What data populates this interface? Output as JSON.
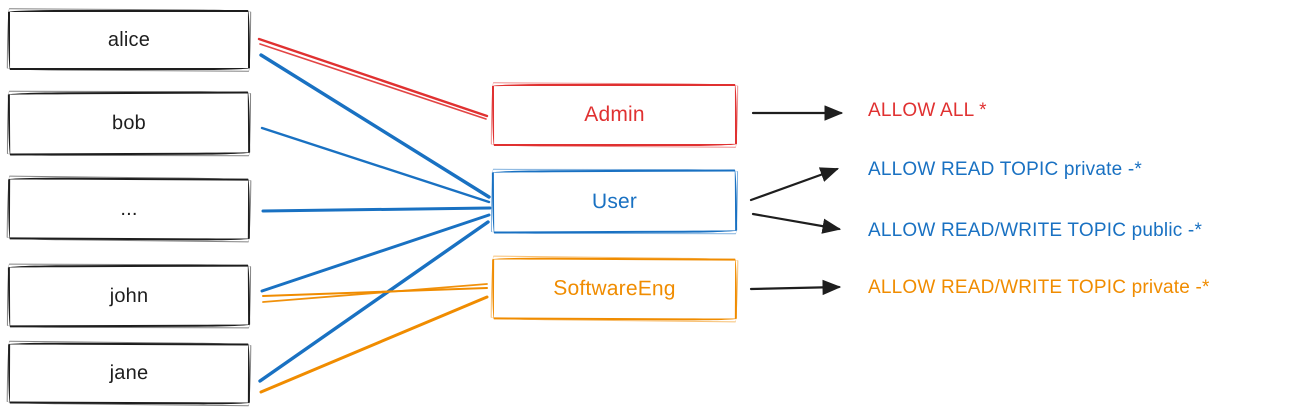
{
  "diagram": {
    "title_hint": "users to roles to ACL permissions mapping",
    "colors": {
      "black": "#1e1e1e",
      "red": "#e03131",
      "blue": "#1971c2",
      "orange": "#f08c00"
    },
    "users": [
      {
        "label": "alice",
        "color": "#1e1e1e"
      },
      {
        "label": "bob",
        "color": "#1e1e1e"
      },
      {
        "label": "...",
        "color": "#1e1e1e"
      },
      {
        "label": "john",
        "color": "#1e1e1e"
      },
      {
        "label": "jane",
        "color": "#1e1e1e"
      }
    ],
    "roles": [
      {
        "label": "Admin",
        "color": "#e03131"
      },
      {
        "label": "User",
        "color": "#1971c2"
      },
      {
        "label": "SoftwareEng",
        "color": "#f08c00"
      }
    ],
    "permissions": [
      {
        "label": "ALLOW ALL *",
        "color": "#e03131"
      },
      {
        "label": "ALLOW READ TOPIC private -*",
        "color": "#1971c2"
      },
      {
        "label": "ALLOW READ/WRITE TOPIC public -*",
        "color": "#1971c2"
      },
      {
        "label": "ALLOW READ/WRITE TOPIC private -*",
        "color": "#f08c00"
      }
    ],
    "memberships": [
      {
        "user": "alice",
        "role": "Admin",
        "color": "#e03131"
      },
      {
        "user": "alice",
        "role": "User",
        "color": "#1971c2"
      },
      {
        "user": "bob",
        "role": "User",
        "color": "#1971c2"
      },
      {
        "user": "...",
        "role": "User",
        "color": "#1971c2"
      },
      {
        "user": "john",
        "role": "User",
        "color": "#1971c2"
      },
      {
        "user": "john",
        "role": "SoftwareEng",
        "color": "#f08c00"
      },
      {
        "user": "jane",
        "role": "User",
        "color": "#1971c2"
      },
      {
        "user": "jane",
        "role": "SoftwareEng",
        "color": "#f08c00"
      }
    ],
    "grants": [
      {
        "role": "Admin",
        "permission": "ALLOW ALL *"
      },
      {
        "role": "User",
        "permission": "ALLOW READ TOPIC private -*"
      },
      {
        "role": "User",
        "permission": "ALLOW READ/WRITE TOPIC public -*"
      },
      {
        "role": "SoftwareEng",
        "permission": "ALLOW READ/WRITE TOPIC private -*"
      }
    ]
  }
}
